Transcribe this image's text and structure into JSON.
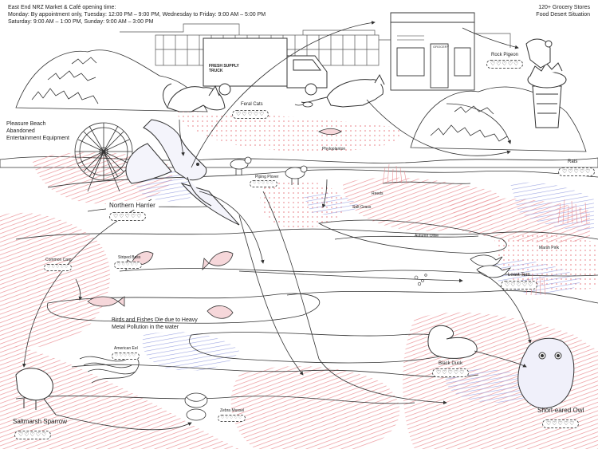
{
  "header": {
    "market_title": "East End NRZ Market & Café opening time:",
    "hours_line1": "Monday: By appointment only, Tuesday: 12:00 PM – 9:00 PM, Wednesday to Friday: 9:00 AM – 5:00 PM",
    "hours_line2": "Saturday: 9:00 AM – 1:00 PM, Sunday: 9:00 AM – 3:00 PM",
    "grocery_line1": "120+ Grocery Stores",
    "grocery_line2": "Food Desert Situation"
  },
  "signs": {
    "truck": "FRESH SUPPLY\nTRUCK",
    "store": "GROCERY"
  },
  "places": {
    "beach_line1": "Pleasure Beach",
    "beach_line2": "Abandoned",
    "beach_line3": "Entertainment Equipment",
    "pollution_line1": "Birds and Fishes Die due to Heavy",
    "pollution_line2": "Metal Pollution in the water"
  },
  "species": [
    {
      "id": "feral-cats",
      "name": "Feral Cats",
      "rating": "♡♡♡♡♡"
    },
    {
      "id": "rock-pigeon",
      "name": "Rock Pigeon",
      "rating": "♡♡♡♡♡"
    },
    {
      "id": "rats",
      "name": "Rats",
      "rating": "♡♡♡♡♡"
    },
    {
      "id": "piping-plover",
      "name": "Piping Plover",
      "rating": "♡♡♡♡♡"
    },
    {
      "id": "northern-harrier",
      "name": "Northern Harrier",
      "rating": "♡♡♡♡♡"
    },
    {
      "id": "common-carp",
      "name": "Common Carp",
      "rating": "♡♡♡♡♡"
    },
    {
      "id": "striped-bass",
      "name": "Striped Bass",
      "rating": "♡♡♡♡♡"
    },
    {
      "id": "least-tern",
      "name": "Least Tern",
      "rating": "♡♡♡♡♡"
    },
    {
      "id": "american-eel",
      "name": "American Eel",
      "rating": "♡♡♡♡♡"
    },
    {
      "id": "black-duck",
      "name": "Black Duck",
      "rating": "♡♡♡♡♡"
    },
    {
      "id": "zebra-mussel",
      "name": "Zebra Mussel",
      "rating": "♡♡♡♡♡"
    },
    {
      "id": "saltmarsh-sparrow",
      "name": "Saltmarsh Sparrow",
      "rating": "♡♡♡♡♡"
    },
    {
      "id": "short-eared-owl",
      "name": "Short-eared Owl",
      "rating": "♡♡♡♡♡"
    }
  ],
  "plants": {
    "phytoplanton": "Phytoplanton",
    "reeds": "Reeds",
    "salt_grass": "Salt Grass",
    "autumn_olive": "Autumn Olive",
    "marsh_pink": "Marsh Pink"
  },
  "colors": {
    "red_veg": "#e9848a",
    "blue_veg": "#8f98de",
    "line": "#333333"
  }
}
